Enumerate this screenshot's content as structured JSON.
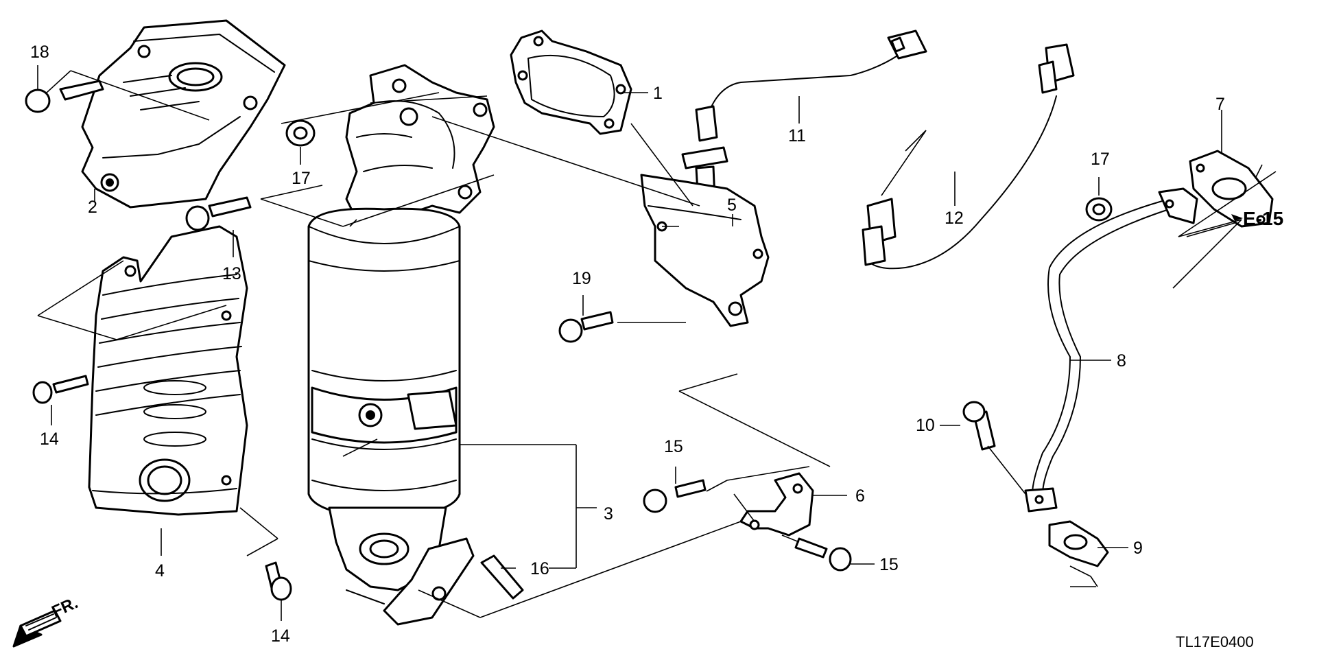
{
  "callouts": {
    "c1": "1",
    "c2": "2",
    "c3": "3",
    "c4": "4",
    "c5": "5",
    "c6": "6",
    "c7": "7",
    "c8": "8",
    "c9": "9",
    "c10": "10",
    "c11": "11",
    "c12": "12",
    "c13": "13",
    "c14a": "14",
    "c14b": "14",
    "c15a": "15",
    "c15b": "15",
    "c16": "16",
    "c17a": "17",
    "c17b": "17",
    "c18": "18",
    "c19": "19"
  },
  "reference": "E-15",
  "front_marker": "FR.",
  "diagram_code": "TL17E0400"
}
